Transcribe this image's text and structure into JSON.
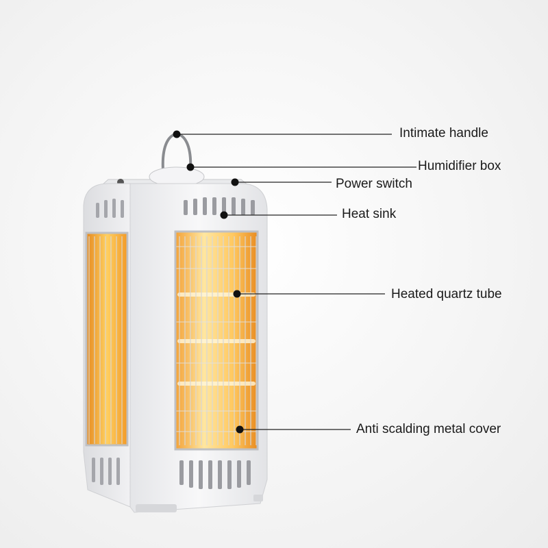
{
  "product": {
    "name_icon": "quartz-tube-heater-illustration",
    "colors": {
      "body": "#f3f3f5",
      "body_shadow": "#d9dadd",
      "glow_inner": "#ffe08a",
      "glow_outer": "#f0a030",
      "grille": "#c8c8c8",
      "leader_line": "#222222",
      "dot": "#111111"
    }
  },
  "callouts": [
    {
      "id": "handle",
      "label": "Intimate handle"
    },
    {
      "id": "humidifier",
      "label": "Humidifier box"
    },
    {
      "id": "switch",
      "label": "Power switch"
    },
    {
      "id": "heatsink",
      "label": "Heat sink"
    },
    {
      "id": "quartz",
      "label": "Heated quartz tube"
    },
    {
      "id": "cover",
      "label": "Anti scalding metal cover"
    }
  ]
}
